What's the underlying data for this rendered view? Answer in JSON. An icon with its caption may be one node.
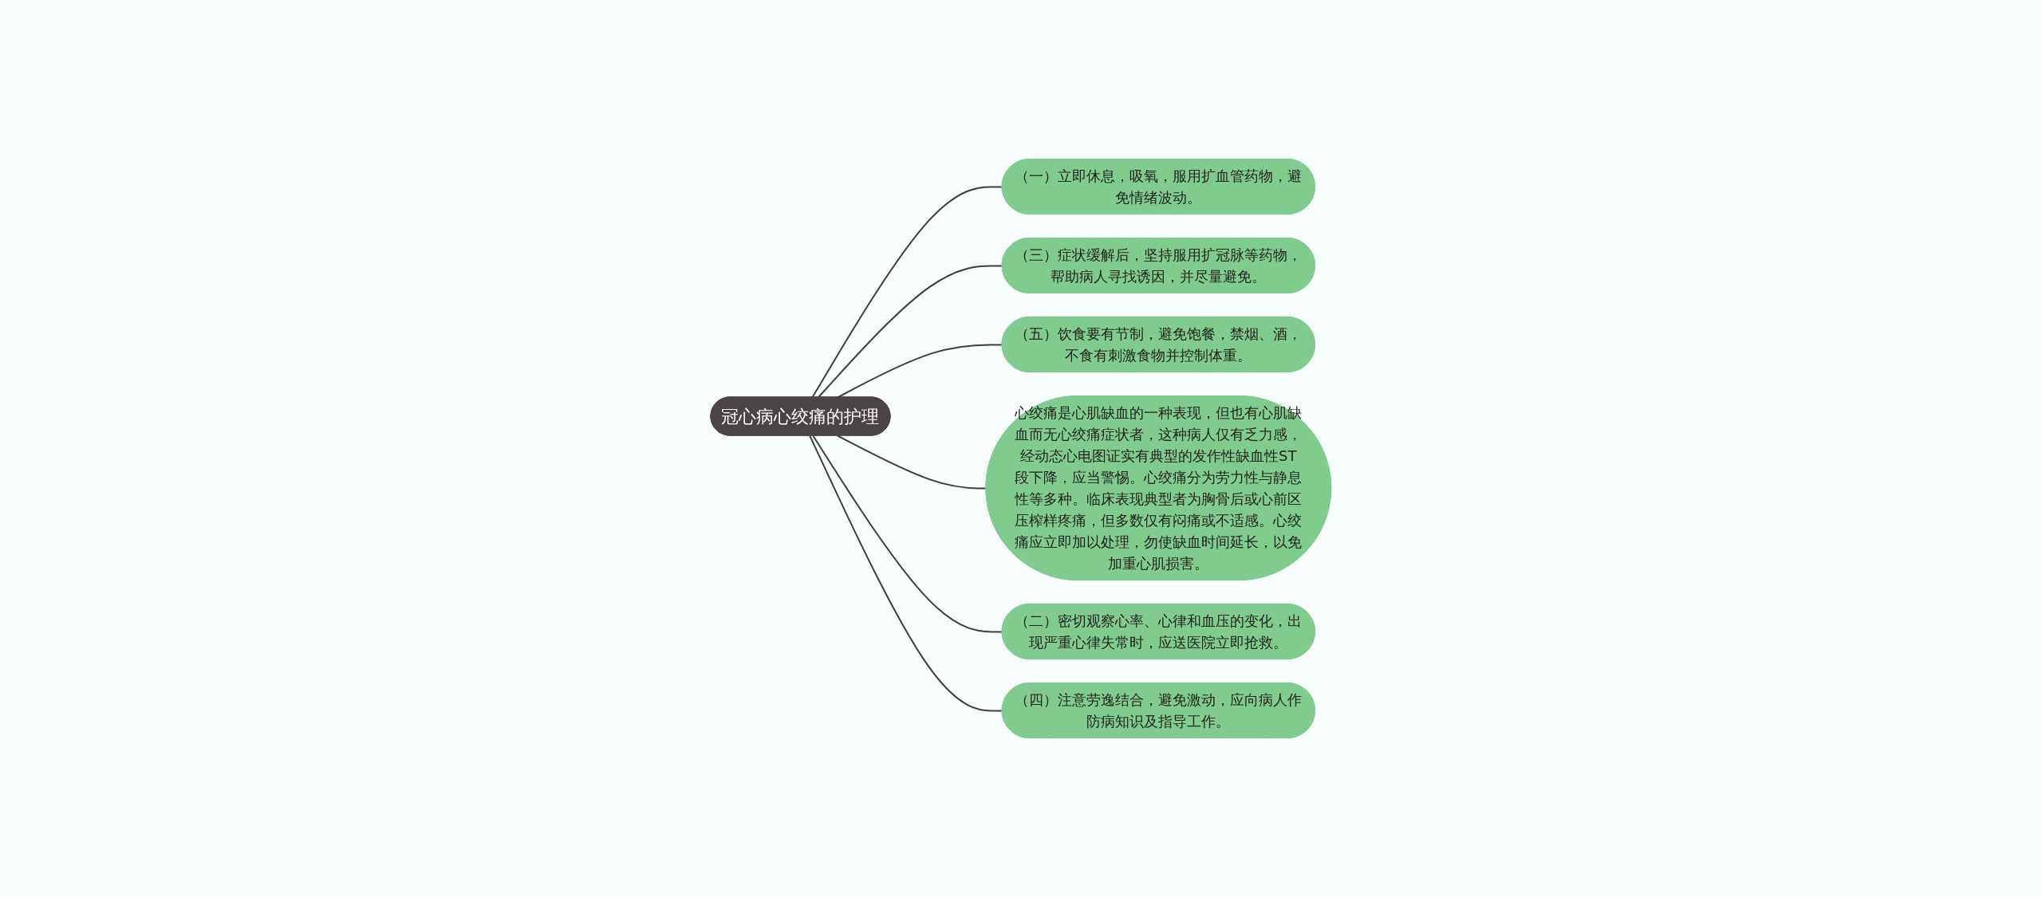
{
  "diagram": {
    "nodes": [
      {
        "text": [
          "冠心病心绞痛的护理"
        ]
      },
      {
        "text": [
          "（一）立即休息，吸氧，服用扩血管药物，避免情绪波动。"
        ]
      },
      {
        "text": [
          "（三）症状缓解后，坚持服用扩冠脉等药物，帮助病人寻找诱因，并尽量避免。"
        ]
      },
      {
        "text": [
          "（五）饮食要有节制，避免饱餐，禁烟、酒，不食有刺激食物并控制体重。"
        ]
      },
      {
        "text": [
          "心绞痛是心肌缺血的一种表现，但也有心肌缺血而无心绞痛症状者，这种病人仅有乏力感，经动态心电图证实有典型的发作性缺血性ST段下降，应当警惕。心绞痛分为劳力性与静息性等多种。临床表现典型者为胸骨后或心前区压榨样疼痛，但多数仅有闷痛或不适感。心绞痛应立即加以处理，勿使缺血时间延长，以免加重心肌损害。"
        ]
      },
      {
        "text": [
          "（二）密切观察心率、心律和血压的变化，出现严重心律失常时，应送医院立即抢救。"
        ]
      },
      {
        "text": [
          "（四）注意劳逸结合，避免激动，应向病人作防病知识及指导工作。"
        ]
      }
    ],
    "edges": [
      {
        "from": 0,
        "to": 1,
        "arrow": "none"
      },
      {
        "from": 0,
        "to": 2,
        "arrow": "none"
      },
      {
        "from": 0,
        "to": 3,
        "arrow": "none"
      },
      {
        "from": 0,
        "to": 4,
        "arrow": "none"
      },
      {
        "from": 0,
        "to": 5,
        "arrow": "none"
      },
      {
        "from": 0,
        "to": 6,
        "arrow": "none"
      }
    ]
  }
}
